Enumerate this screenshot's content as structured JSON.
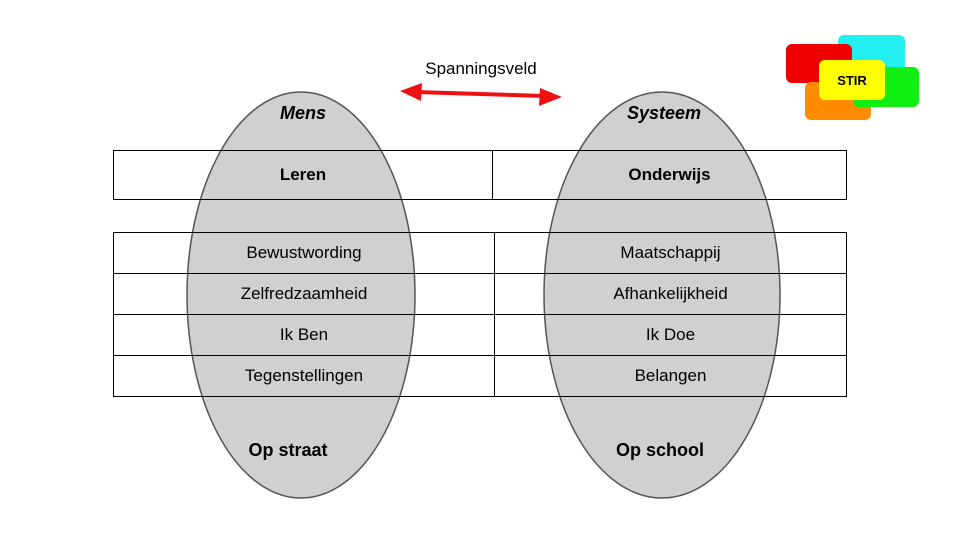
{
  "arrow_label": "Spanningsveld",
  "left": {
    "title": "Mens",
    "footer": "Op straat"
  },
  "right": {
    "title": "Systeem",
    "footer": "Op school"
  },
  "header_row": [
    "Leren",
    "Onderwijs"
  ],
  "rows": [
    [
      "Bewustwording",
      "Maatschappij"
    ],
    [
      "Zelfredzaamheid",
      "Afhankelijkheid"
    ],
    [
      "Ik Ben",
      "Ik Doe"
    ],
    [
      "Tegenstellingen",
      "Belangen"
    ]
  ],
  "logo": {
    "text": "STIR",
    "colors": {
      "red": "#ee0000",
      "cyan": "#22f0f0",
      "orange": "#ff8c00",
      "green": "#11ee11",
      "yellow": "#ffff00"
    }
  },
  "colors": {
    "ellipse_fill": "#d0d0d0",
    "arrow": "#ee1111"
  }
}
